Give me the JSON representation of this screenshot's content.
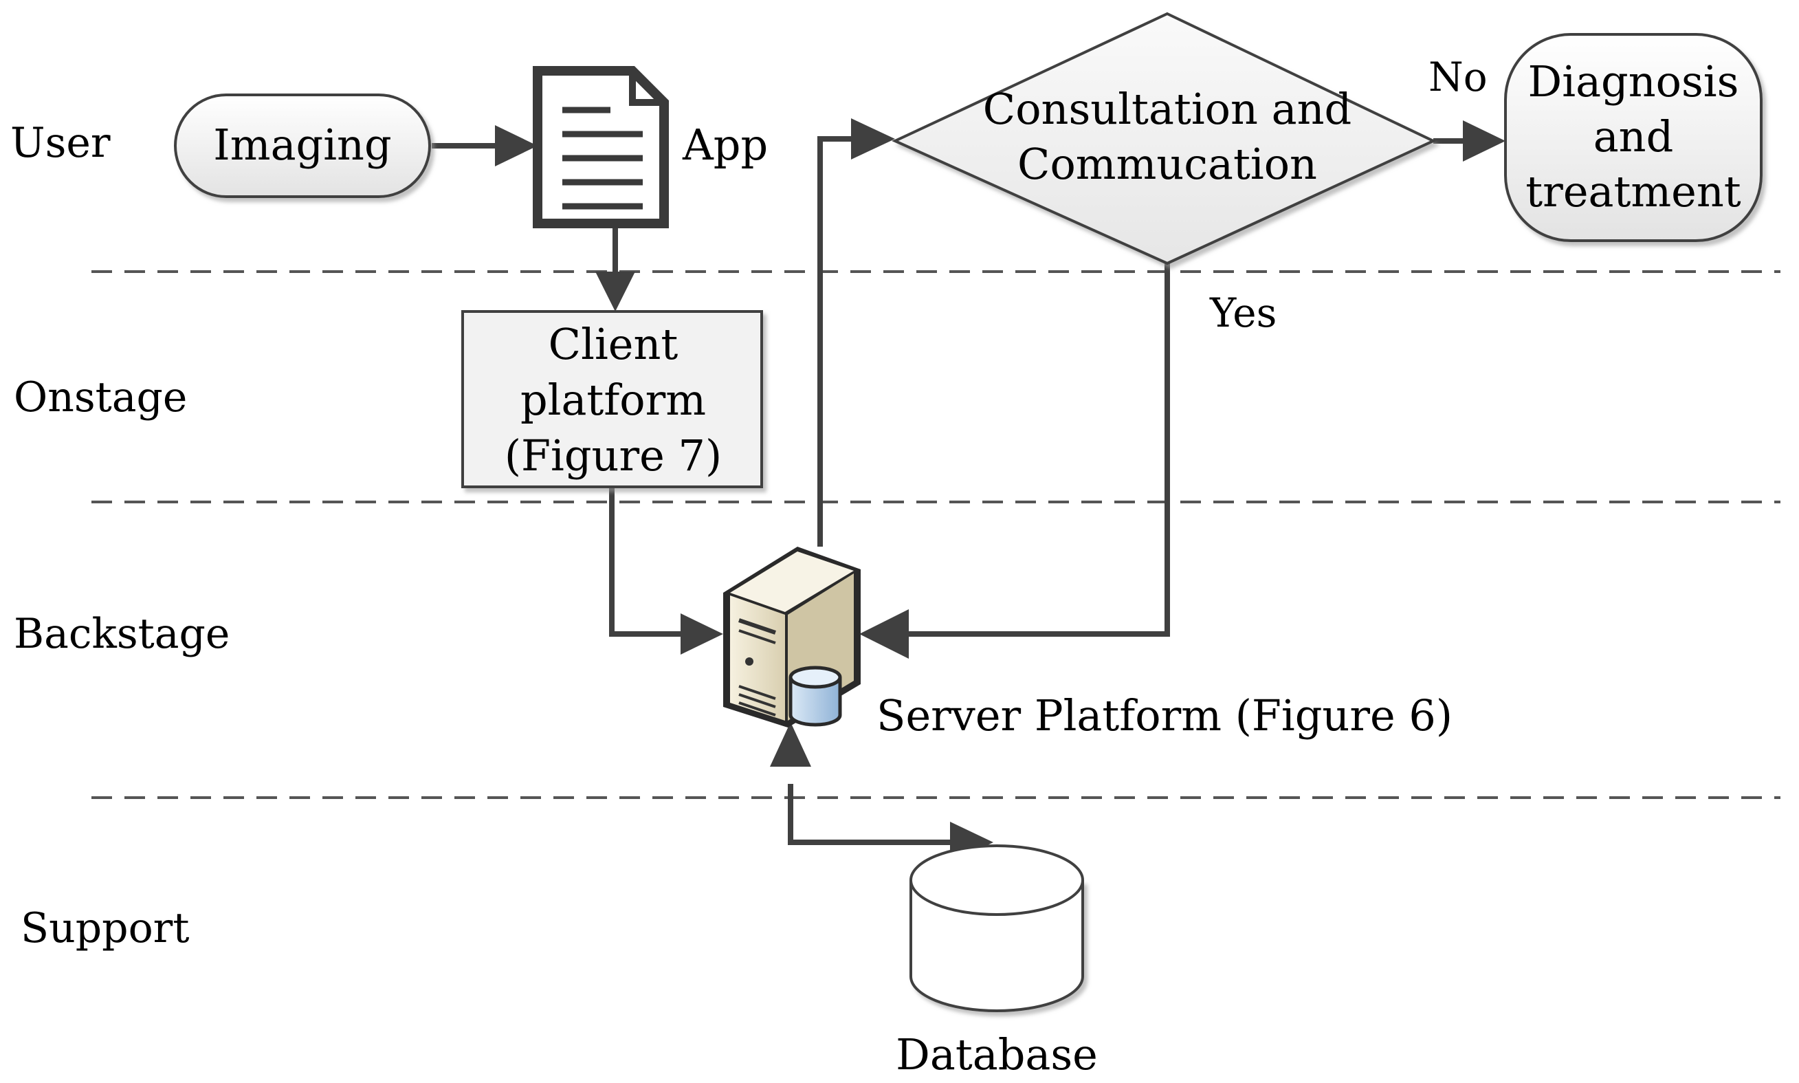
{
  "lanes": {
    "user": "User",
    "onstage": "Onstage",
    "backstage": "Backstage",
    "support": "Support"
  },
  "nodes": {
    "imaging": "Imaging",
    "app": "App",
    "client": [
      "Client",
      "platform",
      "(Figure 7)"
    ],
    "consultation": [
      "Consultation and",
      "Commucation"
    ],
    "diagnosis": [
      "Diagnosis",
      "and",
      "treatment"
    ],
    "server": "Server Platform (Figure 6)",
    "database": "Database"
  },
  "edges": {
    "no": "No",
    "yes": "Yes"
  },
  "colors": {
    "line": "#404040",
    "node_fill": "#f2f2f2",
    "server_body": "#efe9d6",
    "db_icon": "#b9d3ea"
  }
}
